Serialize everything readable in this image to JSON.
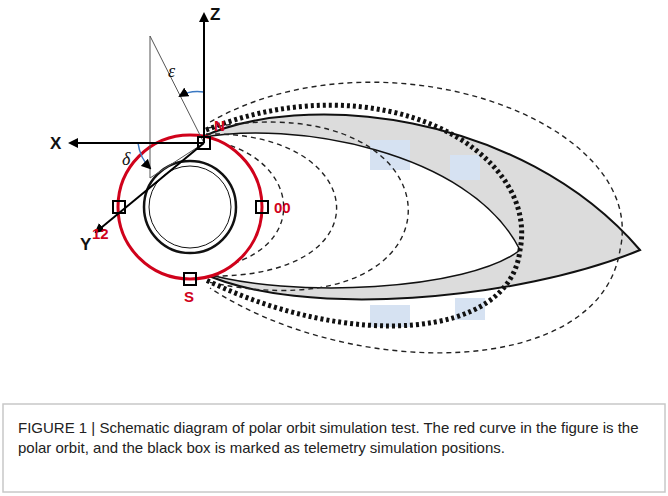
{
  "diagram": {
    "caption": "FIGURE 1 | Schematic diagram of polar orbit simulation test. The red curve in the figure is the polar orbit, and the black box is marked as telemetry simulation positions.",
    "labels": [
      "Z",
      "ε",
      "X",
      "δ",
      "N",
      "Y",
      "12",
      "00",
      "S"
    ]
  }
}
